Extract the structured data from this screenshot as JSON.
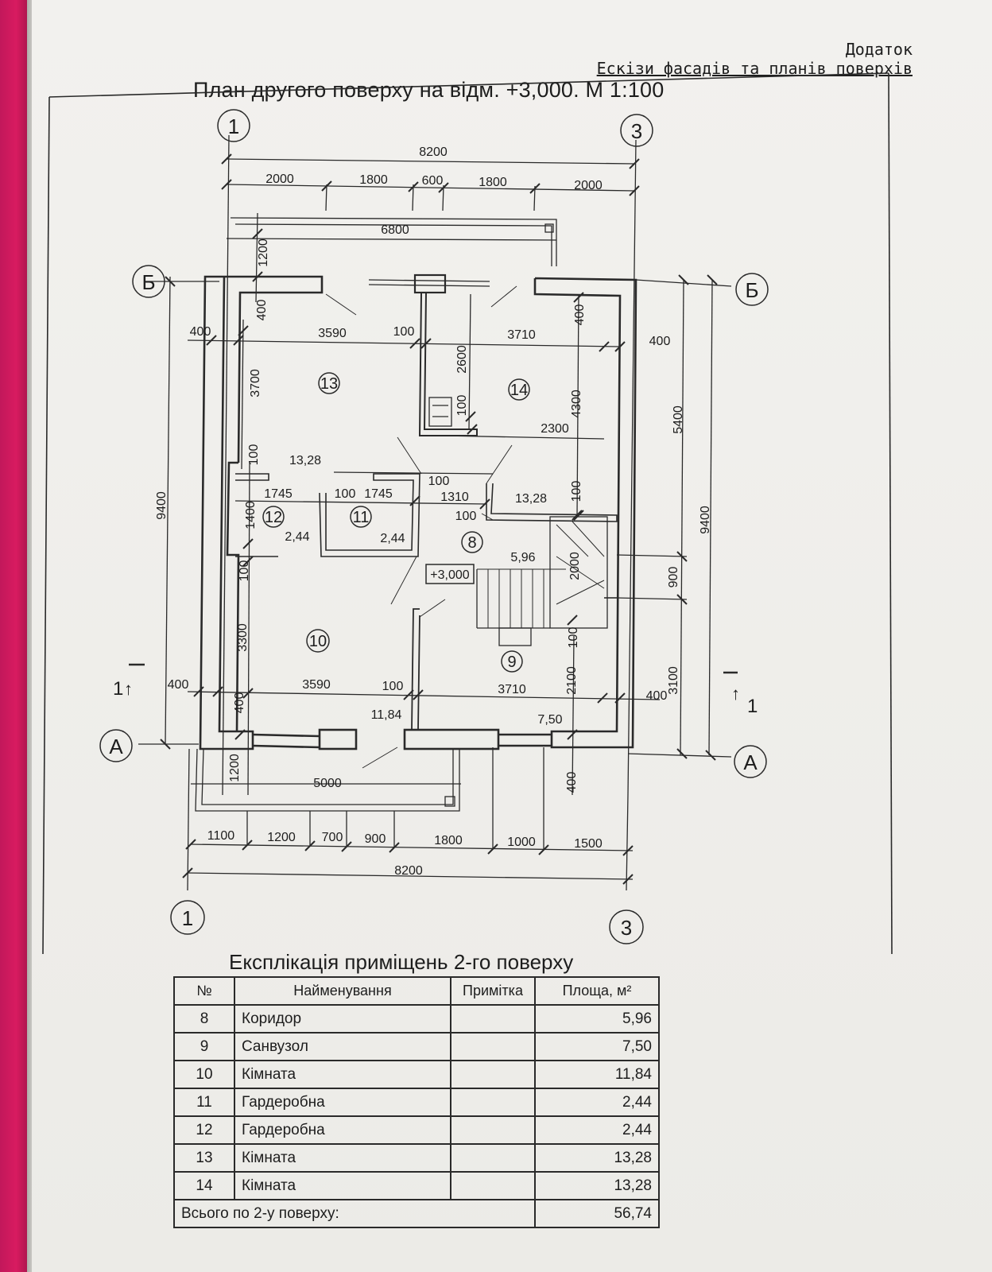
{
  "header": {
    "line1": "Додаток",
    "line2": "Ескізи фасадів та планів поверхів"
  },
  "plan_title": "План другого поверху на відм. +3,000.  М 1:100",
  "axes": {
    "ax1": "1",
    "ax3": "3",
    "axA": "А",
    "axB": "Б",
    "sec1": "1"
  },
  "dims": {
    "top_total": "8200",
    "top_parts": [
      "2000",
      "1800",
      "600",
      "1800",
      "2000"
    ],
    "balcony_top": "6800",
    "balcony_top_depth": "1200",
    "left_wall_top": "400",
    "room13_width": "3590",
    "partition_top": "100",
    "room14_width": "3710",
    "right_wall_top": "400",
    "room13_depth": "3700",
    "room13_wall_top": "400",
    "room14_wall_top": "400",
    "flue_depth": "2600",
    "flue_wall": "100",
    "room14_depth": "4300",
    "room14_inner": "2300",
    "corr_100a": "100",
    "corr_100b": "100",
    "corr_100c": "100",
    "w12": "1745",
    "w11_wall": "100",
    "w11": "1745",
    "corr_w": "1310",
    "room12_depth": "1400",
    "right_100": "100",
    "stair_depth": "2000",
    "left_100": "100",
    "room10_depth": "3300",
    "left_wall_bot": "400",
    "room10_width": "3590",
    "partition_bot": "100",
    "room9_width": "3710",
    "right_wall_bot": "400",
    "room9_100": "100",
    "room9_depth": "2100",
    "room10_wall_bot": "400",
    "balcony_bot_depth": "1200",
    "balcony_bot": "5000",
    "room9_wall_bot": "400",
    "bot_parts": [
      "1100",
      "1200",
      "700",
      "900",
      "1800",
      "1000",
      "1500"
    ],
    "bot_total": "8200",
    "left_total": "9400",
    "right_total": "9400",
    "right_5400": "5400",
    "right_900": "900",
    "right_3100": "3100"
  },
  "rooms": {
    "r8": "8",
    "r9": "9",
    "r10": "10",
    "r11": "11",
    "r12": "12",
    "r13": "13",
    "r14": "14",
    "a8": "5,96",
    "a9": "7,50",
    "a10": "11,84",
    "a11": "2,44",
    "a12": "2,44",
    "a13": "13,28",
    "a14": "13,28",
    "level": "+3,000"
  },
  "table": {
    "title": "Експлікація приміщень 2-го поверху",
    "headers": [
      "№",
      "Найменування",
      "Примітка",
      "Площа, м²"
    ],
    "rows": [
      {
        "num": "8",
        "name": "Коридор",
        "note": "",
        "area": "5,96"
      },
      {
        "num": "9",
        "name": "Санвузол",
        "note": "",
        "area": "7,50"
      },
      {
        "num": "10",
        "name": "Кімната",
        "note": "",
        "area": "11,84"
      },
      {
        "num": "11",
        "name": "Гардеробна",
        "note": "",
        "area": "2,44"
      },
      {
        "num": "12",
        "name": "Гардеробна",
        "note": "",
        "area": "2,44"
      },
      {
        "num": "13",
        "name": "Кімната",
        "note": "",
        "area": "13,28"
      },
      {
        "num": "14",
        "name": "Кімната",
        "note": "",
        "area": "13,28"
      }
    ],
    "total_label": "Всього по 2-у поверху:",
    "total_area": "56,74"
  }
}
